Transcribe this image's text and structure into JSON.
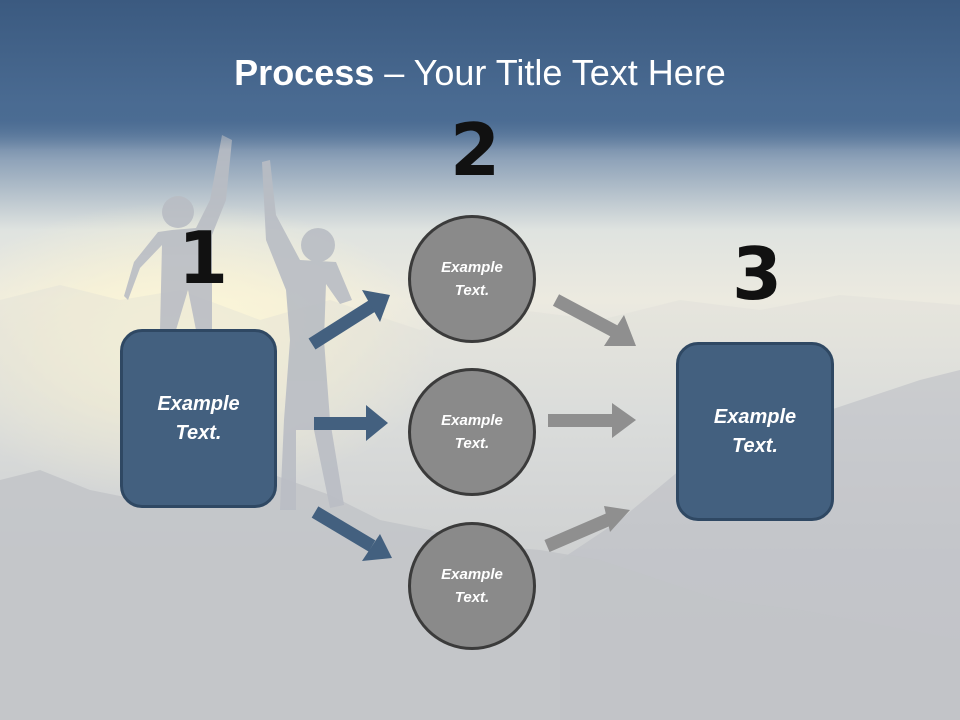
{
  "title": {
    "bold": "Process",
    "rest": " – Your Title Text Here"
  },
  "steps": [
    {
      "number": "1",
      "label_line1": "Example",
      "label_line2": "Text."
    },
    {
      "number": "2"
    },
    {
      "number": "3",
      "label_line1": "Example",
      "label_line2": "Text."
    }
  ],
  "circles": [
    {
      "line1": "Example",
      "line2": "Text."
    },
    {
      "line1": "Example",
      "line2": "Text."
    },
    {
      "line1": "Example",
      "line2": "Text."
    }
  ],
  "colors": {
    "box_fill": "#43607f",
    "circle_fill": "#8a8a8a",
    "arrow_blue": "#43607f",
    "arrow_gray": "#8f8f8f",
    "title_band": "#3b5a80"
  }
}
